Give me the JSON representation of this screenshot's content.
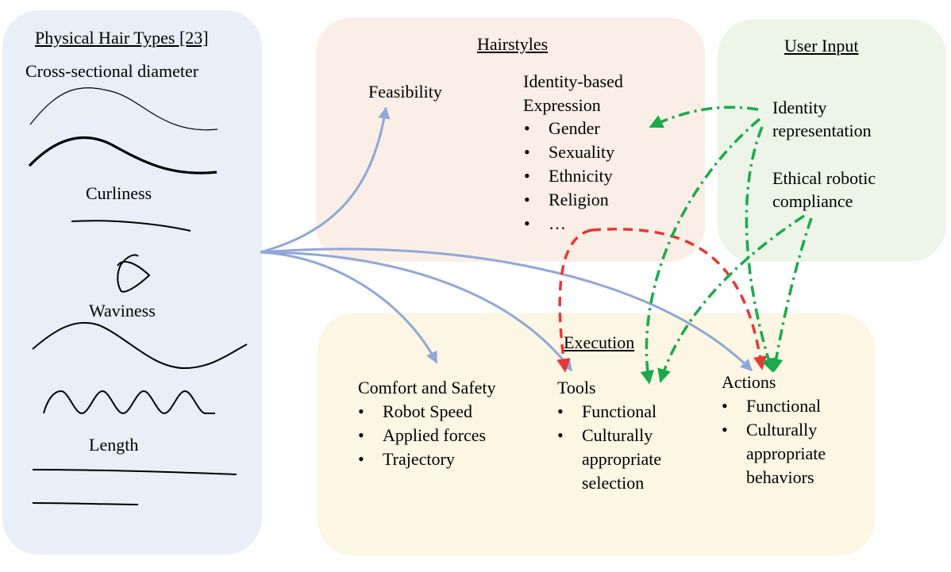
{
  "colors": {
    "hair_panel": "#e9eef8",
    "styles_panel": "#fbeee6",
    "user_panel": "#edf5e9",
    "exec_panel": "#fdf6e3",
    "blue_arrow": "#8fa8d8",
    "red_arrow": "#e53935",
    "green_arrow": "#1aaa4a"
  },
  "hair_types": {
    "title": "Physical Hair Types [23]",
    "diameter": "Cross-sectional diameter",
    "curliness": "Curliness",
    "waviness": "Waviness",
    "length": "Length"
  },
  "hairstyles": {
    "title": "Hairstyles",
    "feasibility": "Feasibility",
    "identity_heading_line1": "Identity-based",
    "identity_heading_line2": "Expression",
    "identity_items": [
      "Gender",
      "Sexuality",
      "Ethnicity",
      "Religion",
      "…"
    ]
  },
  "user_input": {
    "title": "User Input",
    "identity_line1": "Identity",
    "identity_line2": "representation",
    "ethical_line1": "Ethical robotic",
    "ethical_line2": "compliance"
  },
  "execution": {
    "title": "Execution",
    "comfort_heading": "Comfort and Safety",
    "comfort_items": [
      "Robot Speed",
      "Applied forces",
      "Trajectory"
    ],
    "tools_heading": "Tools",
    "tools_items": [
      "Functional",
      "Culturally\nappropriate\nselection"
    ],
    "actions_heading": "Actions",
    "actions_items": [
      "Functional",
      "Culturally\nappropriate\nbehaviors"
    ]
  }
}
